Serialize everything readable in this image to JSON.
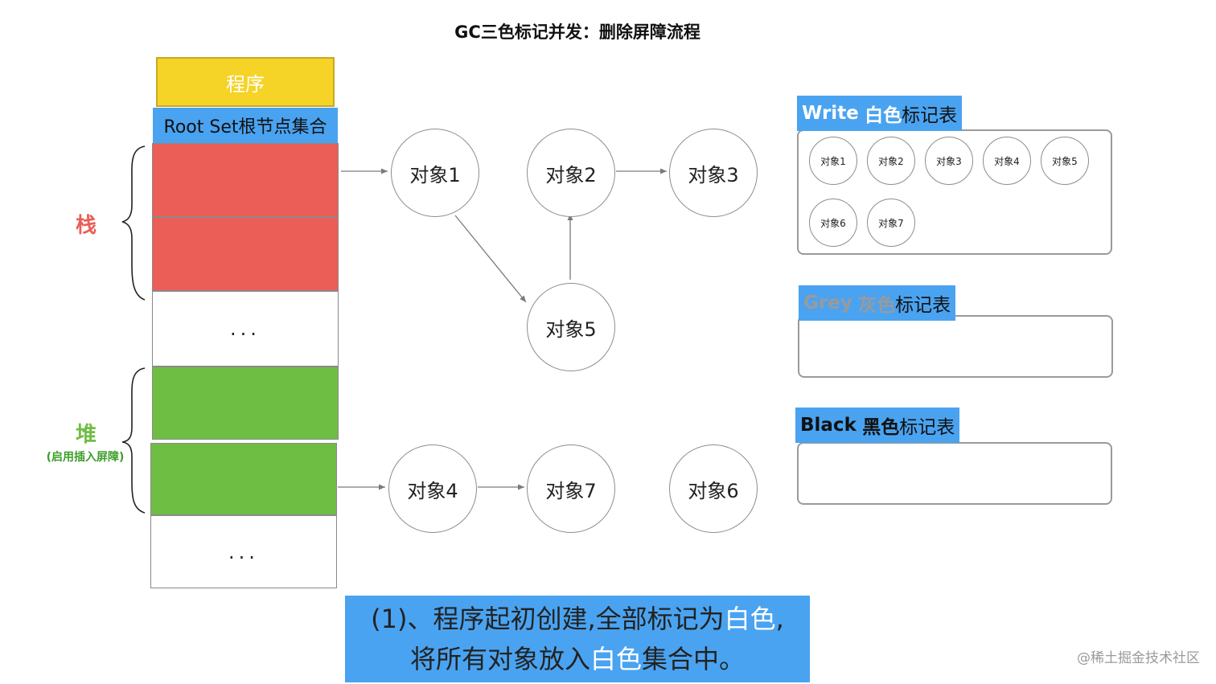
{
  "title": "GC三色标记并发：删除屏障流程",
  "program_label": "程序",
  "root_set_label": "Root Set根节点集合",
  "stack": {
    "label": "栈",
    "ellipsis": "..."
  },
  "heap": {
    "label": "堆",
    "sublabel": "(启用插入屏障)",
    "ellipsis": "..."
  },
  "nodes": {
    "obj1": "对象1",
    "obj2": "对象2",
    "obj3": "对象3",
    "obj4": "对象4",
    "obj5": "对象5",
    "obj6": "对象6",
    "obj7": "对象7"
  },
  "sets": {
    "white": {
      "label_en": "Write",
      "label_color": "白色",
      "label_suffix": "标记表",
      "items": [
        "对象1",
        "对象2",
        "对象3",
        "对象4",
        "对象5",
        "对象6",
        "对象7"
      ]
    },
    "grey": {
      "label_en": "Grey",
      "label_color": "灰色",
      "label_suffix": "标记表",
      "items": []
    },
    "black": {
      "label_en": "Black",
      "label_color": "黑色",
      "label_suffix": "标记表",
      "items": []
    }
  },
  "caption": {
    "line1_prefix": "(1)、程序起初创建,全部标记为",
    "line1_highlight": "白色",
    "line1_suffix": ",",
    "line2_prefix": "将所有对象放入",
    "line2_highlight": "白色",
    "line2_suffix": "集合中。"
  },
  "watermark": "@稀土掘金技术社区",
  "colors": {
    "program": "#f5d327",
    "root_set": "#4aa3f0",
    "stack_cell": "#eb5d57",
    "heap_cell": "#6fbe44",
    "stack_label": "#eb5d57",
    "heap_label": "#6fbe44",
    "heap_sublabel": "#3d9e2a",
    "grey_text": "#9a9a9a"
  }
}
